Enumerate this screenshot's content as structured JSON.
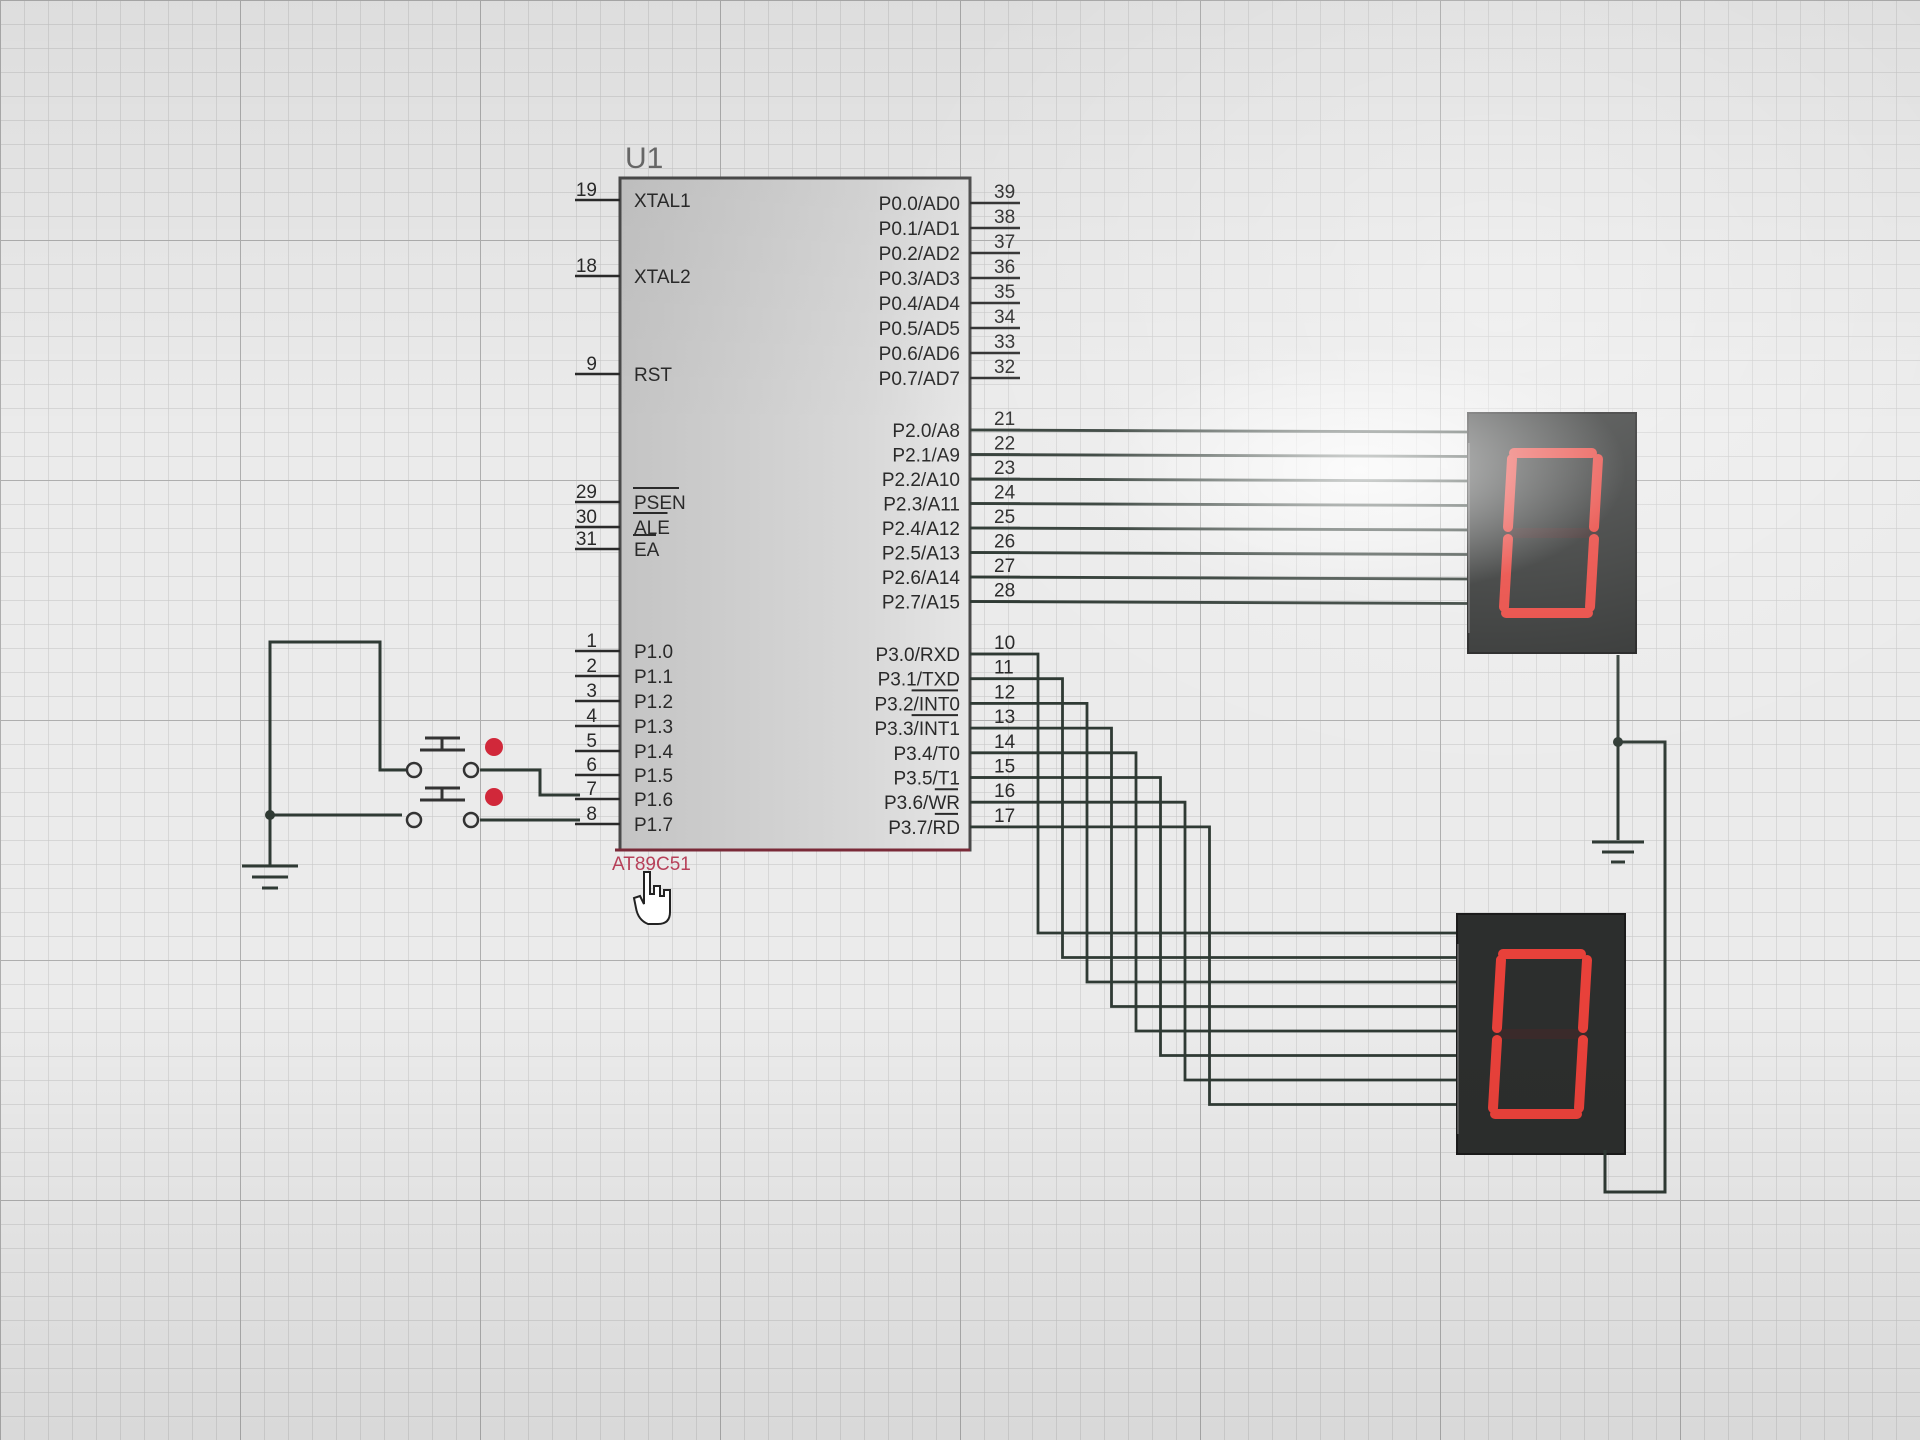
{
  "mcu": {
    "ref": "U1",
    "part": "AT89C51",
    "left_pins": [
      {
        "num": "19",
        "label": "XTAL1"
      },
      {
        "num": "18",
        "label": "XTAL2"
      },
      {
        "num": "9",
        "label": "RST"
      },
      {
        "num": "29",
        "label": "PSEN"
      },
      {
        "num": "30",
        "label": "ALE"
      },
      {
        "num": "31",
        "label": "EA"
      },
      {
        "num": "1",
        "label": "P1.0"
      },
      {
        "num": "2",
        "label": "P1.1"
      },
      {
        "num": "3",
        "label": "P1.2"
      },
      {
        "num": "4",
        "label": "P1.3"
      },
      {
        "num": "5",
        "label": "P1.4"
      },
      {
        "num": "6",
        "label": "P1.5"
      },
      {
        "num": "7",
        "label": "P1.6"
      },
      {
        "num": "8",
        "label": "P1.7"
      }
    ],
    "right_pins": [
      {
        "num": "39",
        "label": "P0.0/AD0"
      },
      {
        "num": "38",
        "label": "P0.1/AD1"
      },
      {
        "num": "37",
        "label": "P0.2/AD2"
      },
      {
        "num": "36",
        "label": "P0.3/AD3"
      },
      {
        "num": "35",
        "label": "P0.4/AD4"
      },
      {
        "num": "34",
        "label": "P0.5/AD5"
      },
      {
        "num": "33",
        "label": "P0.6/AD6"
      },
      {
        "num": "32",
        "label": "P0.7/AD7"
      },
      {
        "num": "21",
        "label": "P2.0/A8"
      },
      {
        "num": "22",
        "label": "P2.1/A9"
      },
      {
        "num": "23",
        "label": "P2.2/A10"
      },
      {
        "num": "24",
        "label": "P2.3/A11"
      },
      {
        "num": "25",
        "label": "P2.4/A12"
      },
      {
        "num": "26",
        "label": "P2.5/A13"
      },
      {
        "num": "27",
        "label": "P2.6/A14"
      },
      {
        "num": "28",
        "label": "P2.7/A15"
      },
      {
        "num": "10",
        "label": "P3.0/RXD"
      },
      {
        "num": "11",
        "label": "P3.1/TXD"
      },
      {
        "num": "12",
        "label": "P3.2/INT0"
      },
      {
        "num": "13",
        "label": "P3.3/INT1"
      },
      {
        "num": "14",
        "label": "P3.4/T0"
      },
      {
        "num": "15",
        "label": "P3.5/T1"
      },
      {
        "num": "16",
        "label": "P3.6/WR"
      },
      {
        "num": "17",
        "label": "P3.7/RD"
      }
    ]
  },
  "displays": [
    {
      "digit": "0"
    },
    {
      "digit": "0"
    }
  ],
  "colors": {
    "segment_on": "#e8413a",
    "segment_off": "#3a2a2a",
    "display_body": "#2c2e2d",
    "wire": "#2f3a34",
    "chip_fill": "#cfcfcf",
    "chip_border": "#7a2a38",
    "grid": "#c9c9c9"
  }
}
